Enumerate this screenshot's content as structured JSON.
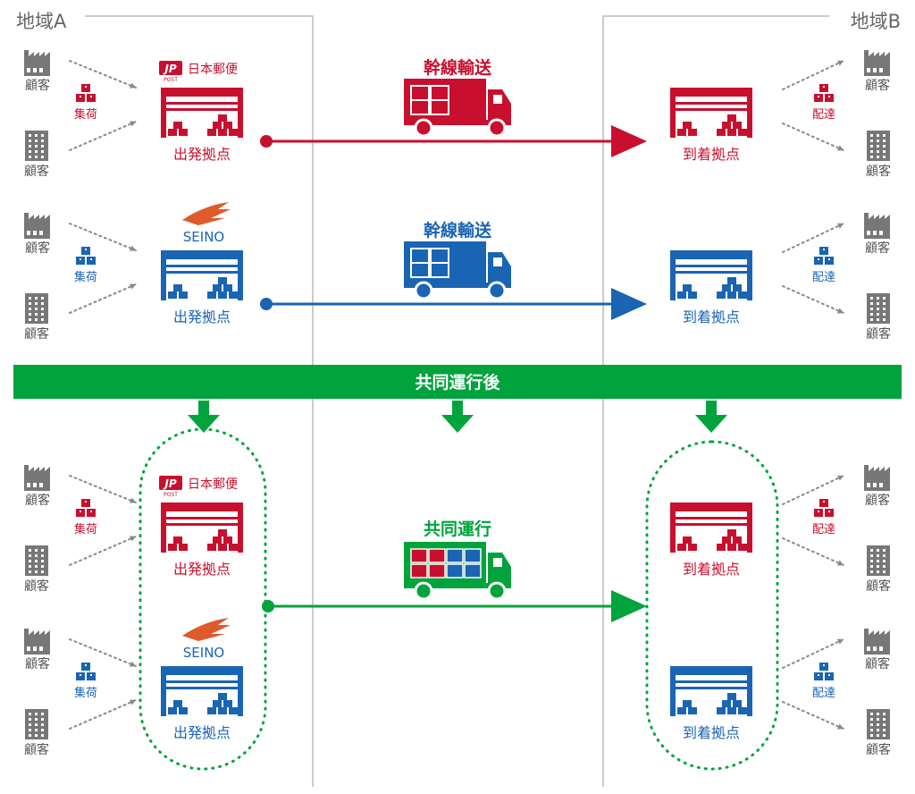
{
  "regions": {
    "a": "地域A",
    "b": "地域B"
  },
  "colors": {
    "jp_red": "#c8102e",
    "seino_blue": "#1a64b4",
    "green": "#00a33c",
    "gray": "#777777",
    "region_border": "#cccccc"
  },
  "customer_label": "顧客",
  "pickup_label": "集荷",
  "delivery_label": "配達",
  "origin_label": "出発拠点",
  "destination_label": "到着拠点",
  "line_haul_label": "幹線輸送",
  "joint_operation_label": "共同運行",
  "after_banner": "共同運行後",
  "logos": {
    "japan_post_mark": "JP",
    "japan_post_sub": "POST",
    "japan_post_name": "日本郵便",
    "seino_name": "SEINO"
  },
  "rows": [
    {
      "company": "japan_post",
      "color": "#c8102e"
    },
    {
      "company": "seino",
      "color": "#1a64b4"
    }
  ],
  "icons": [
    "factory-icon",
    "building-icon",
    "box-stack-icon",
    "warehouse-icon",
    "truck-icon",
    "down-arrow-icon",
    "route-arrow-icon"
  ]
}
